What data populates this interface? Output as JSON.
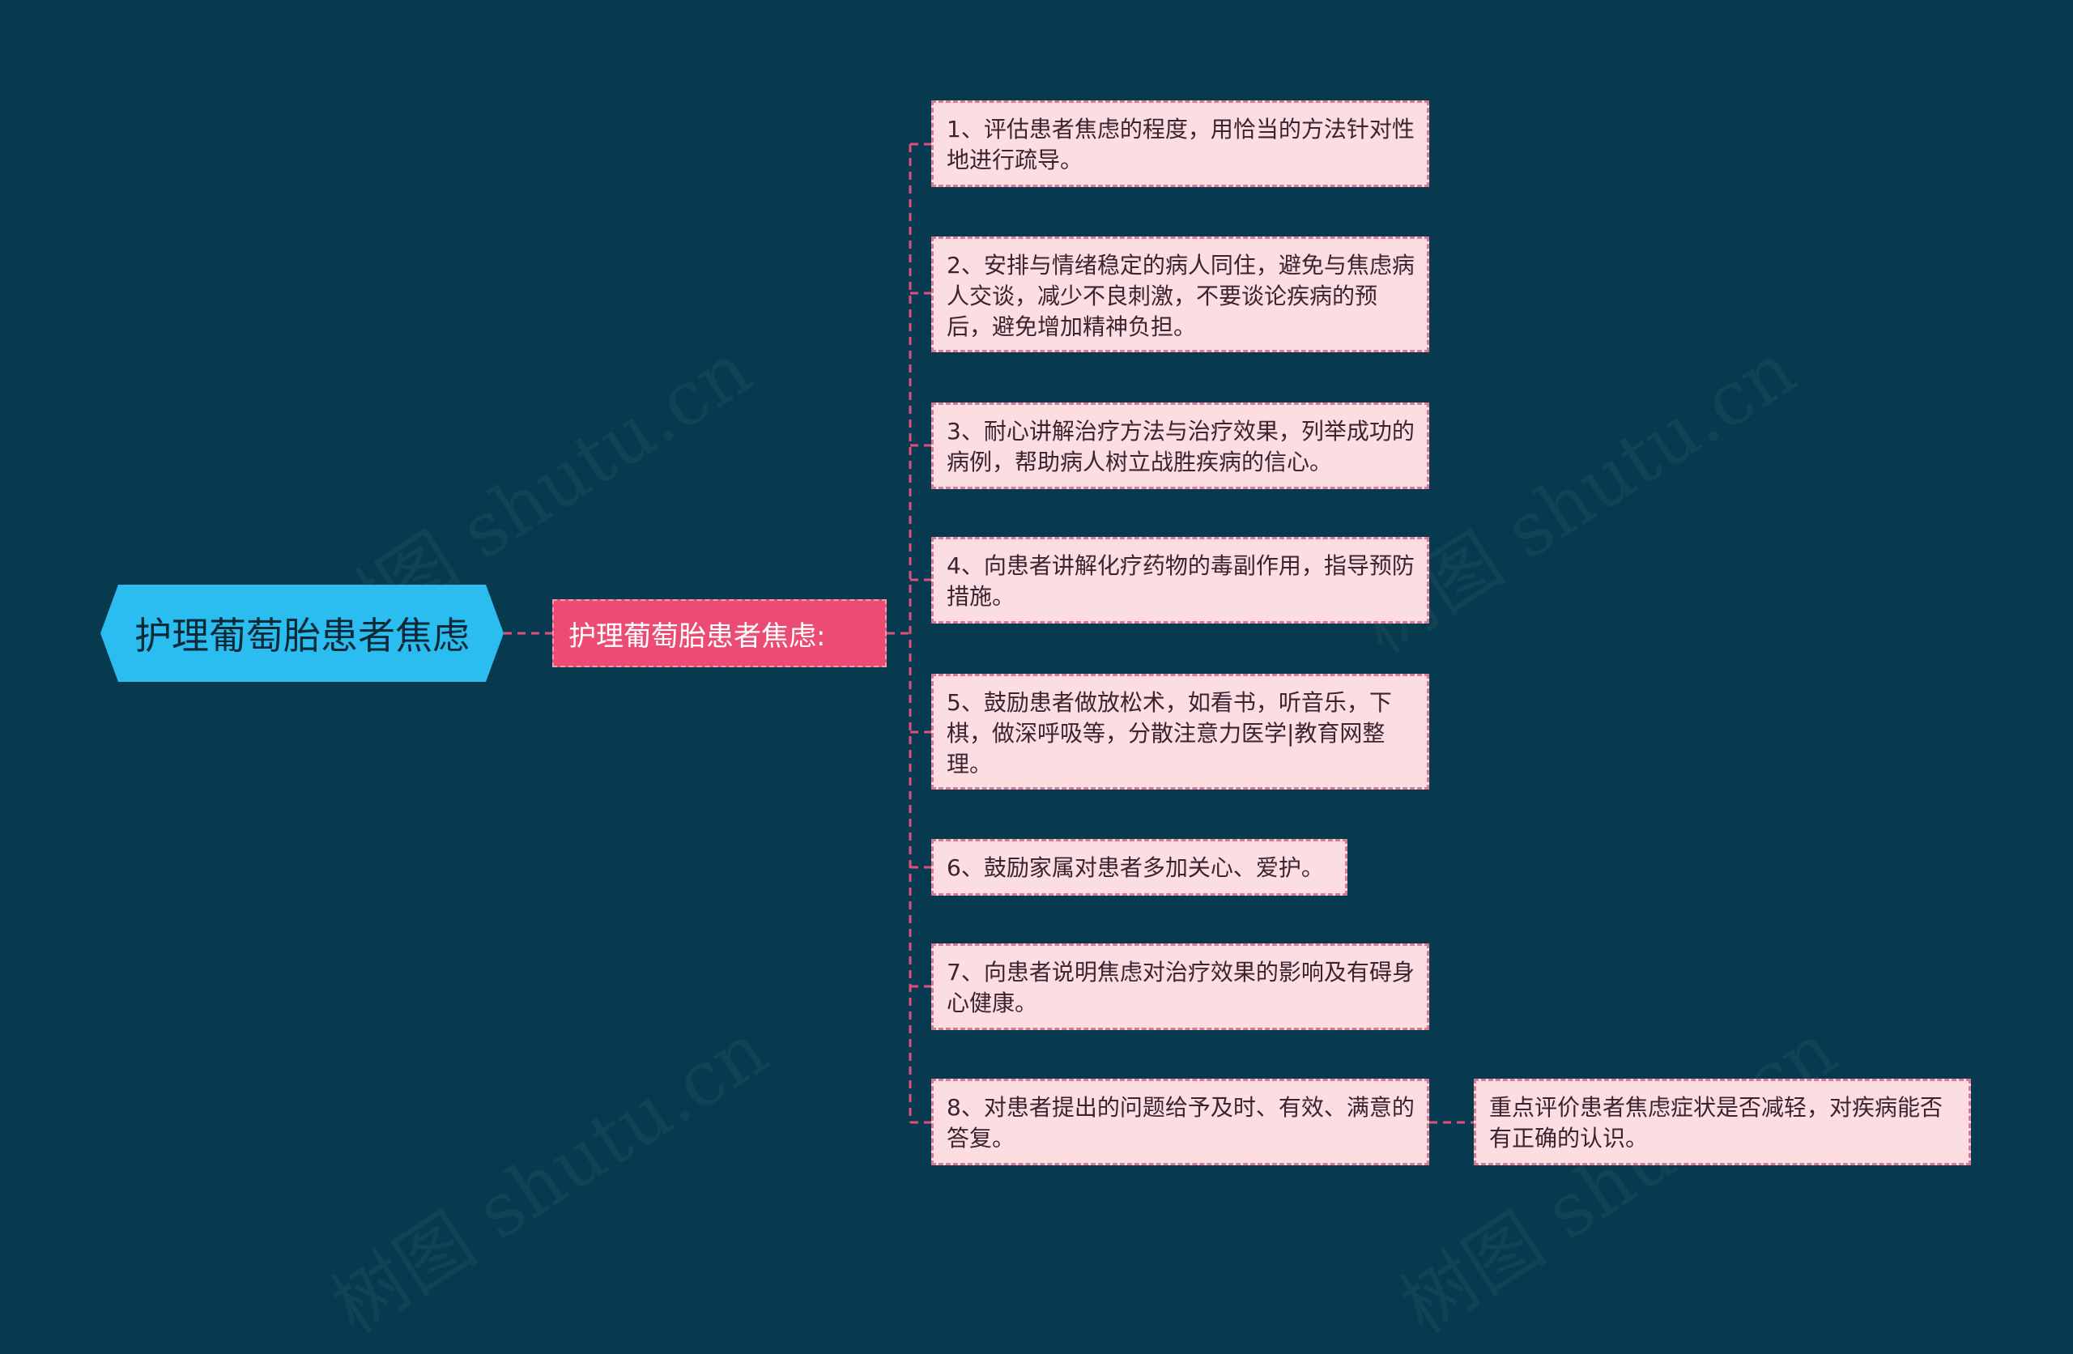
{
  "colors": {
    "background": "#073a4e",
    "root_fill": "#2bbcf0",
    "branch_fill": "#ec4c74",
    "leaf_fill": "#fcdde2",
    "connector": "#e0507a"
  },
  "watermark": "树图 shutu.cn",
  "root": {
    "label": "护理葡萄胎患者焦虑"
  },
  "branch": {
    "label": "护理葡萄胎患者焦虑:"
  },
  "items": [
    {
      "text": "1、评估患者焦虑的程度，用恰当的方法针对性地进行疏导。"
    },
    {
      "text": "2、安排与情绪稳定的病人同住，避免与焦虑病人交谈，减少不良刺激，不要谈论疾病的预后，避免增加精神负担。"
    },
    {
      "text": "3、耐心讲解治疗方法与治疗效果，列举成功的病例，帮助病人树立战胜疾病的信心。"
    },
    {
      "text": "4、向患者讲解化疗药物的毒副作用，指导预防措施。"
    },
    {
      "text": "5、鼓励患者做放松术，如看书，听音乐，下棋，做深呼吸等，分散注意力医学|教育网整理。"
    },
    {
      "text": "6、鼓励家属对患者多加关心、爱护。"
    },
    {
      "text": "7、向患者说明焦虑对治疗效果的影响及有碍身心健康。"
    },
    {
      "text": "8、对患者提出的问题给予及时、有效、满意的答复。"
    }
  ],
  "sub_item": {
    "text": "重点评价患者焦虑症状是否减轻，对疾病能否有正确的认识。"
  }
}
